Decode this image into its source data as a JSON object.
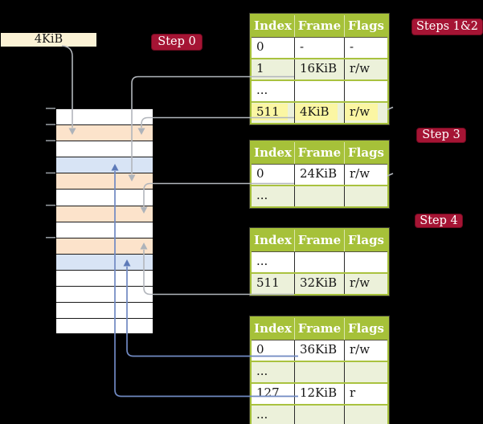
{
  "colors": {
    "background": "#000000",
    "table_header_green": "#a6c139",
    "table_row_green": "#ecf1da",
    "highlight_yellow": "#fbf6a3",
    "badge_red": "#a51434",
    "memory_frame_orange": "#fce3cb",
    "memory_frame_blue": "#d8e4f5",
    "frame_size_box_cream": "#fbf2d5",
    "arrow_gray": "#b2b6bc",
    "arrow_blue": "#7089c2"
  },
  "frame_size_box": {
    "label": "4KiB"
  },
  "badges": {
    "step0": {
      "label": "Step 0"
    },
    "steps12": {
      "label": "Steps 1&2"
    },
    "step3": {
      "label": "Step 3"
    },
    "step4": {
      "label": "Step 4"
    }
  },
  "memory": {
    "rows": [
      "white",
      "orange",
      "white",
      "blue",
      "orange",
      "white",
      "orange",
      "white",
      "orange",
      "blue",
      "white",
      "white",
      "white",
      "white"
    ],
    "tick_count": 6
  },
  "tables": [
    {
      "id": "page-table-level-4",
      "headers": [
        "Index",
        "Frame",
        "Flags"
      ],
      "rows": [
        {
          "cells": [
            "0",
            "-",
            "-"
          ],
          "shaded": false,
          "highlighted": false
        },
        {
          "cells": [
            "1",
            "16KiB",
            "r/w"
          ],
          "shaded": true,
          "highlighted": false
        },
        {
          "cells": [
            "...",
            "",
            ""
          ],
          "shaded": false,
          "highlighted": false
        },
        {
          "cells": [
            "511",
            "4KiB",
            "r/w"
          ],
          "shaded": true,
          "highlighted": true
        }
      ]
    },
    {
      "id": "page-table-level-3",
      "headers": [
        "Index",
        "Frame",
        "Flags"
      ],
      "rows": [
        {
          "cells": [
            "0",
            "24KiB",
            "r/w"
          ],
          "shaded": false,
          "highlighted": false
        },
        {
          "cells": [
            "...",
            "",
            ""
          ],
          "shaded": true,
          "highlighted": false
        }
      ]
    },
    {
      "id": "page-table-level-2",
      "headers": [
        "Index",
        "Frame",
        "Flags"
      ],
      "rows": [
        {
          "cells": [
            "...",
            "",
            ""
          ],
          "shaded": false,
          "highlighted": false
        },
        {
          "cells": [
            "511",
            "32KiB",
            "r/w"
          ],
          "shaded": true,
          "highlighted": false
        }
      ]
    },
    {
      "id": "page-table-level-1",
      "headers": [
        "Index",
        "Frame",
        "Flags"
      ],
      "rows": [
        {
          "cells": [
            "0",
            "36KiB",
            "r/w"
          ],
          "shaded": false,
          "highlighted": false
        },
        {
          "cells": [
            "...",
            "",
            ""
          ],
          "shaded": true,
          "highlighted": false
        },
        {
          "cells": [
            "127",
            "12KiB",
            "r"
          ],
          "shaded": false,
          "highlighted": false
        },
        {
          "cells": [
            "...",
            "",
            ""
          ],
          "shaded": true,
          "highlighted": false
        }
      ]
    }
  ]
}
